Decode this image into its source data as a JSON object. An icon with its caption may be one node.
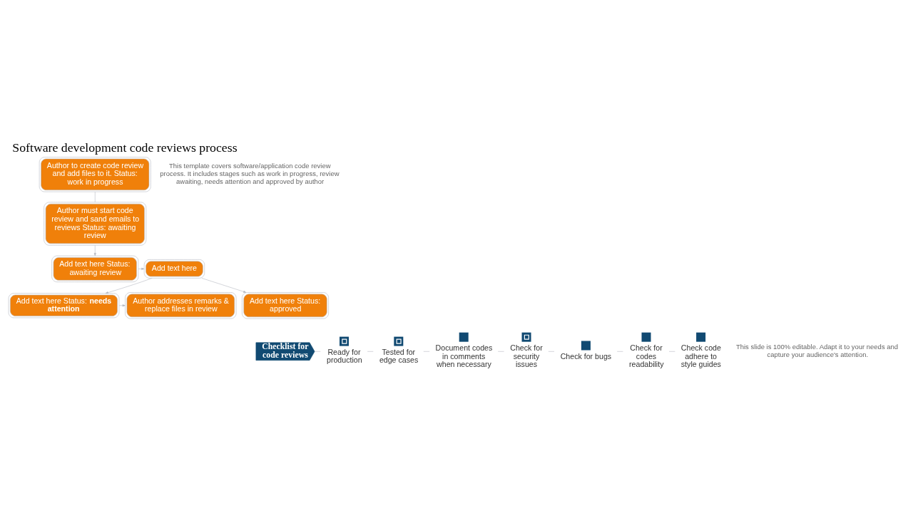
{
  "diagram": {
    "title": "Software development code reviews process",
    "nodes": [
      {
        "text": [
          "Author to create code review and add files to it. Status: work in progress"
        ]
      },
      {
        "text": [
          "Author must start code review and sand emails to reviews Status: awaiting review"
        ]
      },
      {
        "text": [
          "Add text here Status: awaiting review"
        ]
      },
      {
        "text": [
          "Add text here"
        ]
      },
      {
        "text": [
          "Add text here Status: **needs attention**"
        ]
      },
      {
        "text": [
          "Author addresses remarks & replace files in review"
        ]
      },
      {
        "text": [
          "Add text here Status: approved"
        ]
      },
      {
        "text": [
          "Checklist for code reviews"
        ]
      },
      {
        "text": [
          "Ready for production"
        ]
      },
      {
        "text": [
          "Tested for edge cases"
        ]
      },
      {
        "text": [
          "Document codes in comments when necessary"
        ]
      },
      {
        "text": [
          "Check for security issues"
        ]
      },
      {
        "text": [
          "Check for bugs"
        ]
      },
      {
        "text": [
          "Check for codes readability"
        ]
      },
      {
        "text": [
          "Check code adhere to style guides"
        ]
      }
    ],
    "edges": [
      {
        "from": 0,
        "to": 1,
        "arrow": "none"
      },
      {
        "from": 1,
        "to": 2,
        "arrow": "to"
      },
      {
        "from": 2,
        "to": 3,
        "arrow": "to"
      },
      {
        "from": 3,
        "to": 4,
        "arrow": "to"
      },
      {
        "from": 3,
        "to": 6,
        "arrow": "to"
      },
      {
        "from": 4,
        "to": 5,
        "arrow": "to"
      },
      {
        "from": 7,
        "to": 8,
        "arrow": "none"
      },
      {
        "from": 8,
        "to": 9,
        "arrow": "none"
      },
      {
        "from": 9,
        "to": 10,
        "arrow": "none"
      },
      {
        "from": 10,
        "to": 11,
        "arrow": "none"
      },
      {
        "from": 11,
        "to": 12,
        "arrow": "none"
      },
      {
        "from": 12,
        "to": 13,
        "arrow": "none"
      },
      {
        "from": 13,
        "to": 14,
        "arrow": "none"
      }
    ],
    "labels": [
      "This template covers software/application code review process. It includes stages such as work in progress, review awaiting, needs attention and approved by author",
      "This slide is 100% editable. Adapt it to your needs and capture your audience's attention."
    ]
  }
}
